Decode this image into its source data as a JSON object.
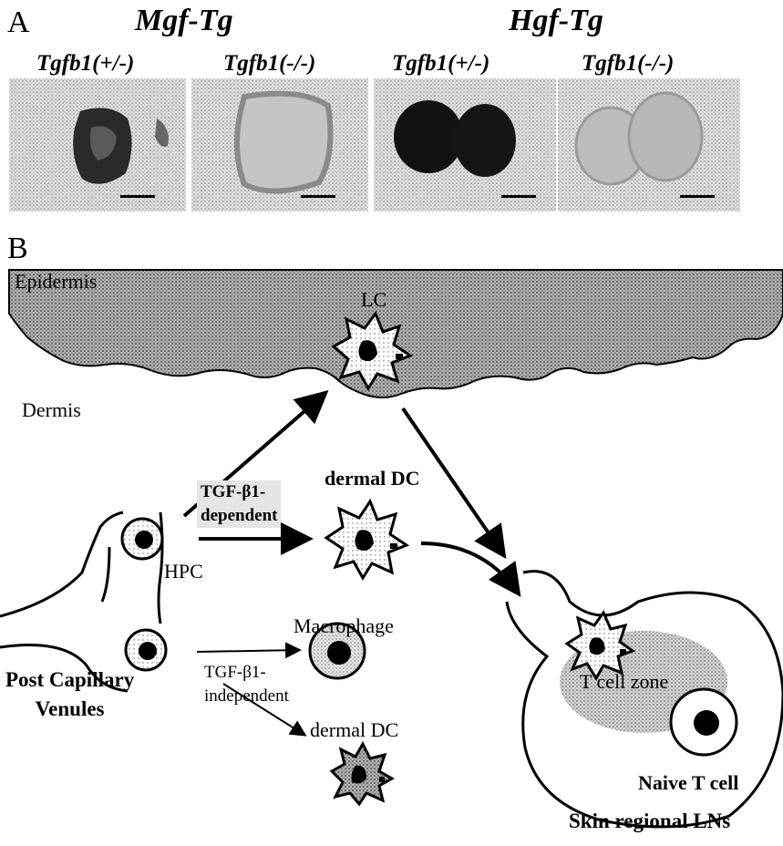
{
  "panel_a": {
    "letter": "A",
    "groups": [
      {
        "title": "Mgf-Tg",
        "genotypes": [
          "Tgfb1(+/-)",
          "Tgfb1(-/-)"
        ]
      },
      {
        "title": "Hgf-Tg",
        "genotypes": [
          "Tgfb1(+/-)",
          "Tgfb1(-/-)"
        ]
      }
    ]
  },
  "panel_b": {
    "letter": "B",
    "epidermis": "Epidermis",
    "lc": "LC",
    "dermis": "Dermis",
    "tgf_dependent": [
      "TGF-β1-",
      "dependent"
    ],
    "dermal_dc": "dermal DC",
    "hpc": "HPC",
    "macrophage": "Macrophage",
    "tgf_independent": [
      "TGF-β1-",
      "independent"
    ],
    "venules": [
      "Post Capillary",
      "Venules"
    ],
    "t_cell_zone": "T cell zone",
    "naive_t_cell": "Naive T cell",
    "skin_lns": "Skin regional LNs"
  },
  "colors": {
    "dark_stain": "#141414",
    "light_stain": "#b9b9b9",
    "speckle": "#cfcfcf"
  }
}
